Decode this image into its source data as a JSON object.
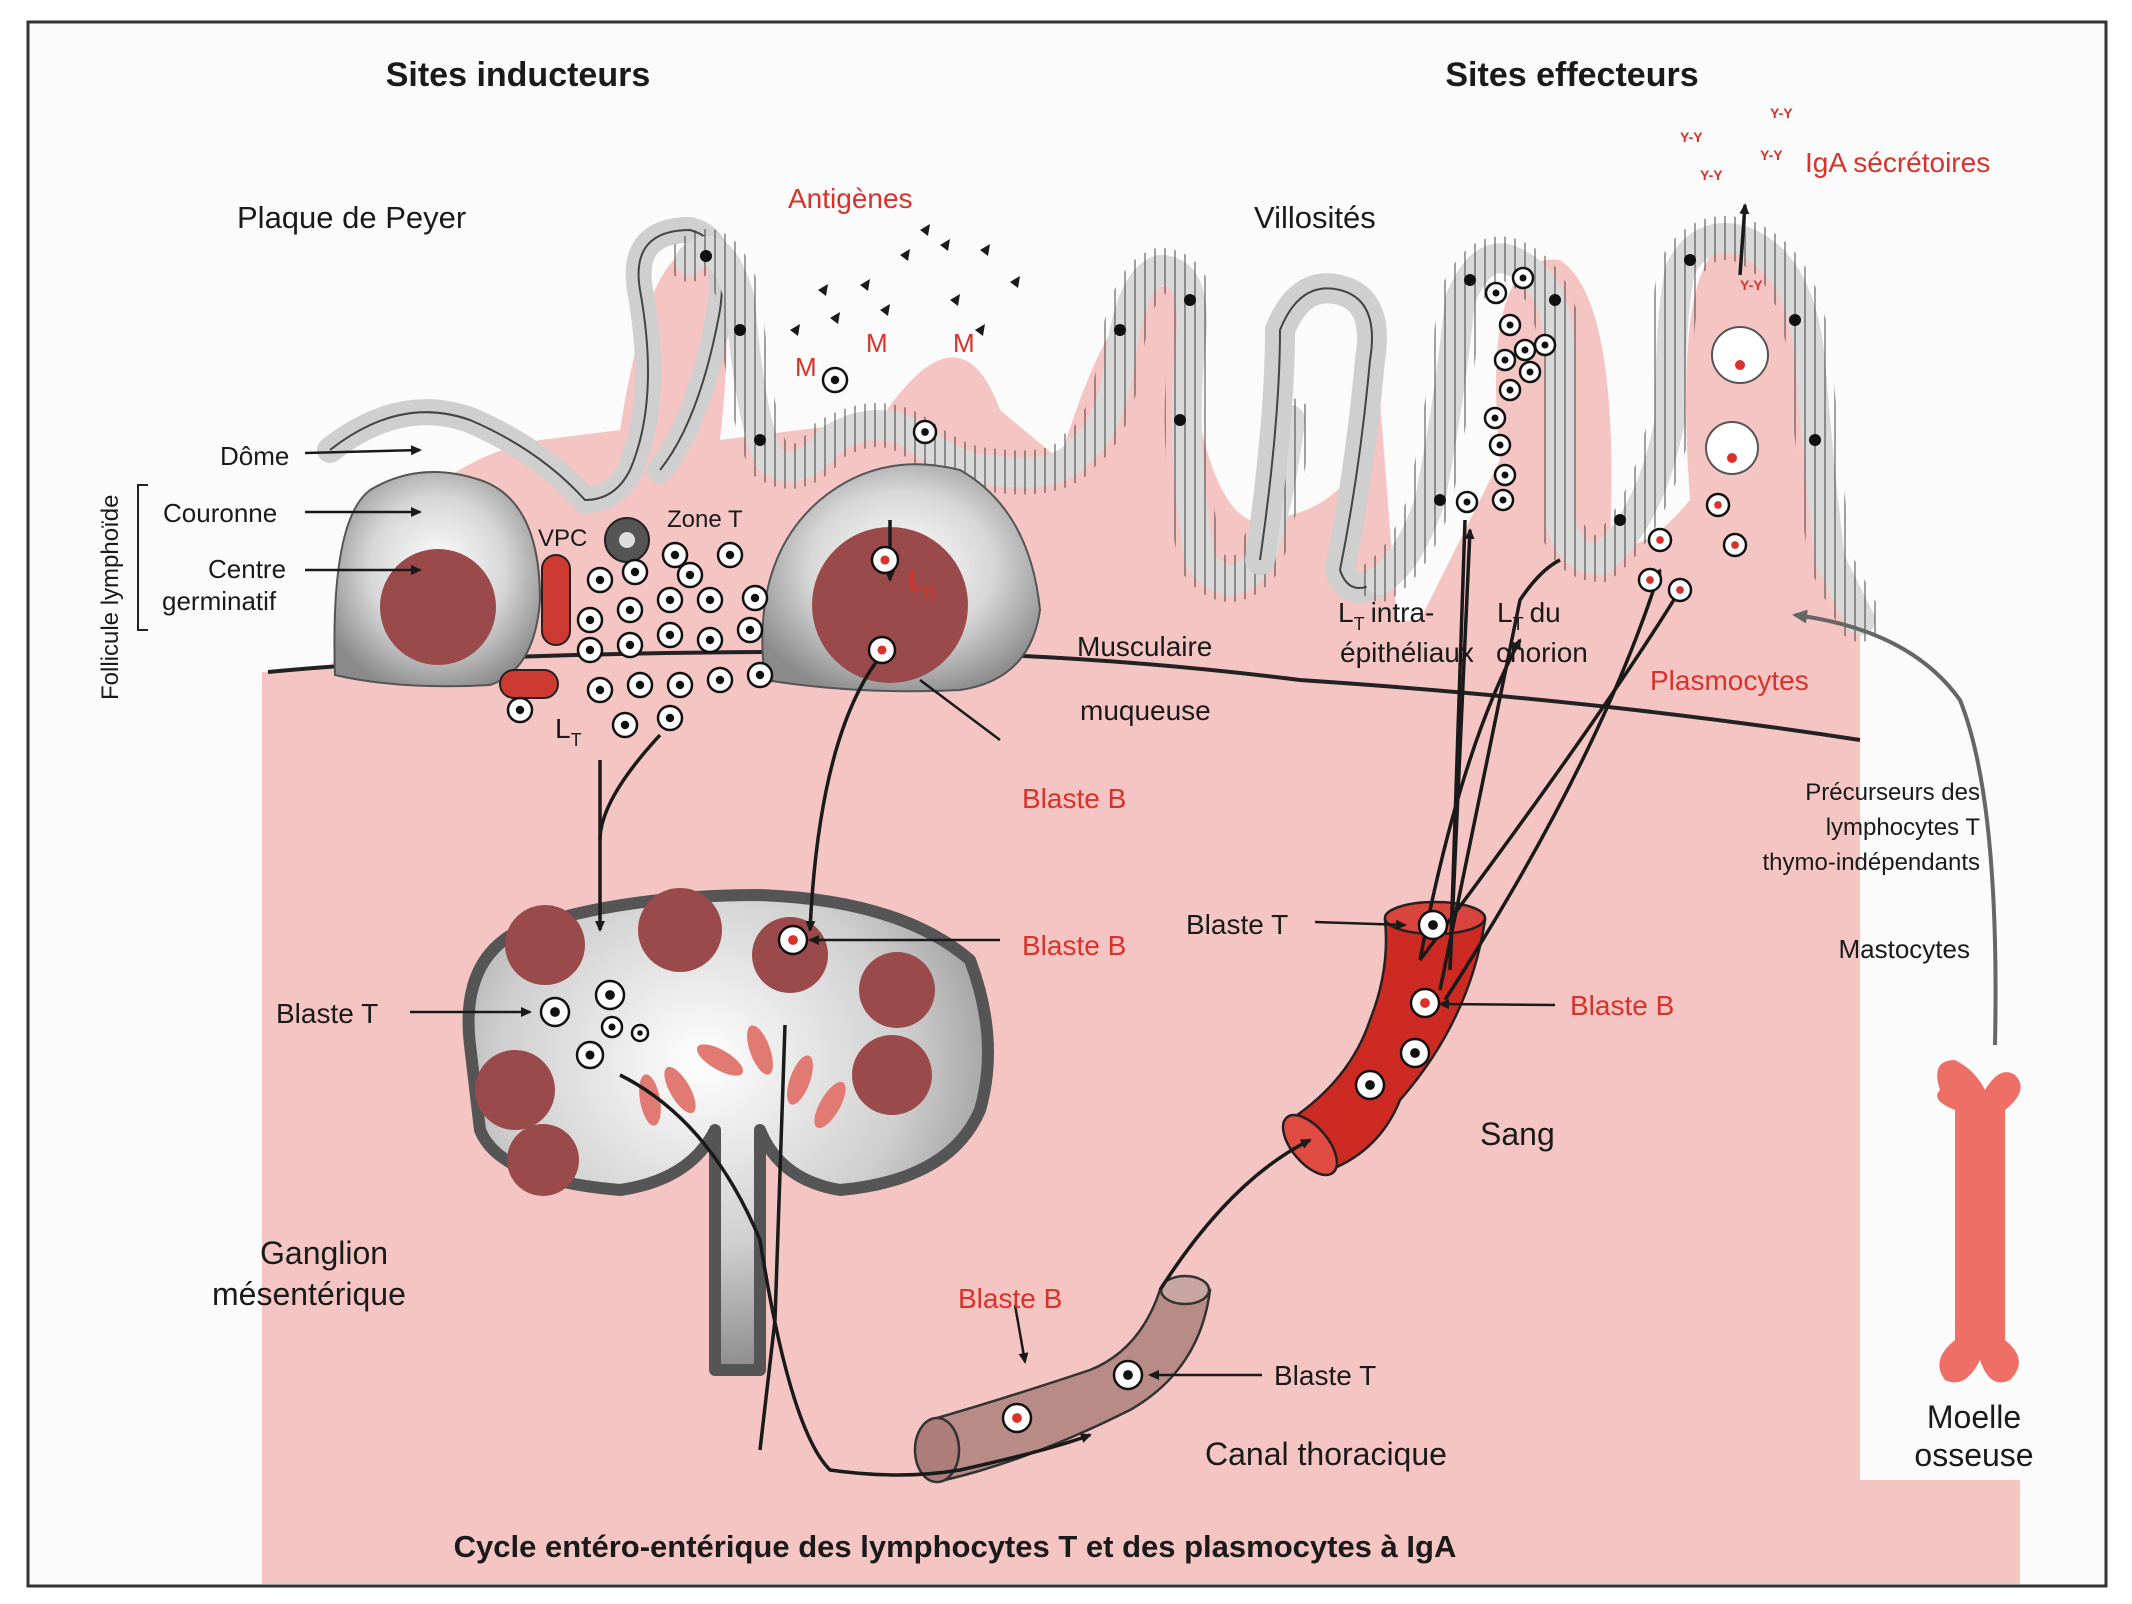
{
  "headings": {
    "inducers": "Sites inducteurs",
    "effectors": "Sites effecteurs"
  },
  "labels": {
    "peyer": "Plaque de Peyer",
    "villi": "Villosités",
    "antigens": "Antigènes",
    "m_cell": "M",
    "iga": "IgA sécrétoires",
    "iga_glyph": "Y-Y",
    "dome": "Dôme",
    "couronne": "Couronne",
    "centre": "Centre",
    "germinatif": "germinatif",
    "follicule": "Follicule lymphoïde",
    "vpc": "VPC",
    "zone_t": "Zone T",
    "lt": "L",
    "lt_sub": "T",
    "lb": "L",
    "lb_sub": "B",
    "muscularis_1": "Musculaire",
    "muscularis_2": "muqueuse",
    "lt_intra_1": "intra-",
    "lt_intra_2": "épithéliaux",
    "lt_chorion_1": "du",
    "lt_chorion_2": "chorion",
    "plasmocytes": "Plasmocytes",
    "precursors_1": "Précurseurs des",
    "precursors_2": "lymphocytes T",
    "precursors_3": "thymo-indépendants",
    "mastocytes": "Mastocytes",
    "blaste_b": "Blaste B",
    "blaste_t": "Blaste T",
    "sang": "Sang",
    "ganglion_1": "Ganglion",
    "ganglion_2": "mésentérique",
    "canal": "Canal thoracique",
    "moelle_1": "Moelle",
    "moelle_2": "osseuse"
  },
  "caption": "Cycle entéro-entérique des lymphocytes T et des plasmocytes à IgA",
  "colors": {
    "tissue_pink": "#f4c5c3",
    "label_red": "#d8322a",
    "follicle_red": "#9a4a4a",
    "blood_red": "#cc2a22",
    "bone": "#ee6f66",
    "lymph_duct": "#b98b86"
  }
}
